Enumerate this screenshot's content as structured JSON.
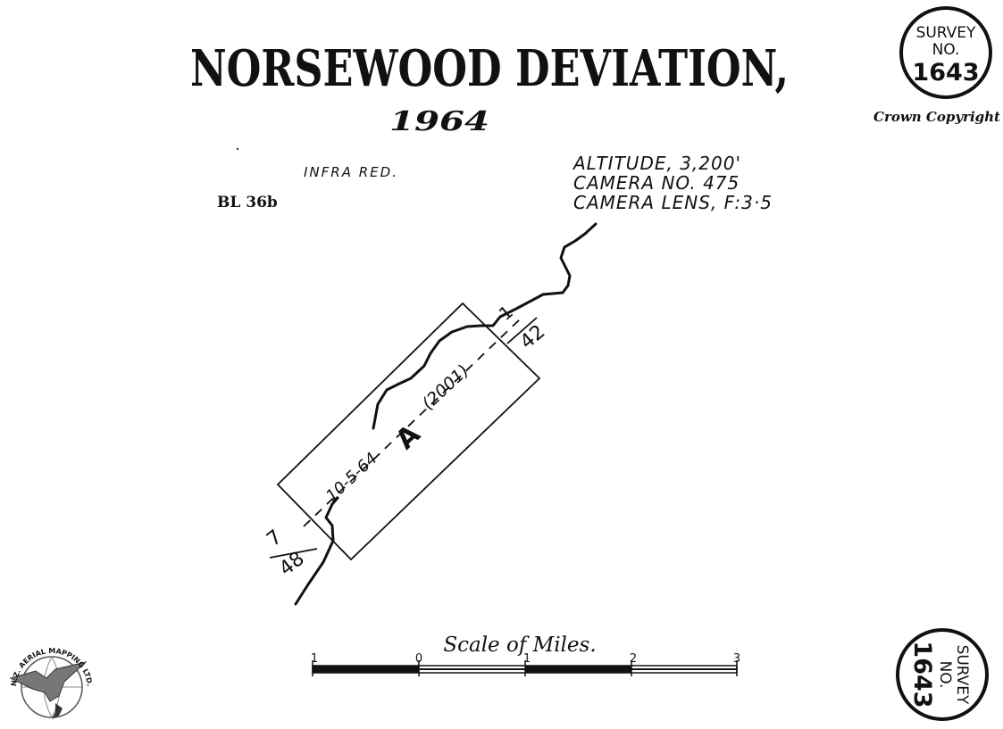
{
  "title": "NORSEWOOD DEVIATION,",
  "year": "1964",
  "film_type": "INFRA RED.",
  "sheet_ref": "BL 36b",
  "copyright": "Crown Copyright",
  "flight_info": [
    "ALTITUDE, 3,200'",
    "CAMERA NO. 475",
    "CAMERA LENS, F:3·5"
  ],
  "survey_stamp": {
    "line1": "SURVEY",
    "line2": "NO.",
    "number": "1643"
  },
  "run": {
    "letter": "A",
    "frames_label": "(2001)",
    "date": "10-5-64",
    "start_top": "7",
    "start_bottom": "48",
    "end_top": "1",
    "end_bottom": "42"
  },
  "scale_bar": {
    "title": "Scale of Miles.",
    "ticks": [
      "1",
      "0",
      "1",
      "2",
      "3"
    ]
  },
  "logo": {
    "text": "N.Z. AERIAL MAPPING LTD."
  },
  "colors": {
    "ink": "#111111",
    "paper": "#ffffff"
  }
}
